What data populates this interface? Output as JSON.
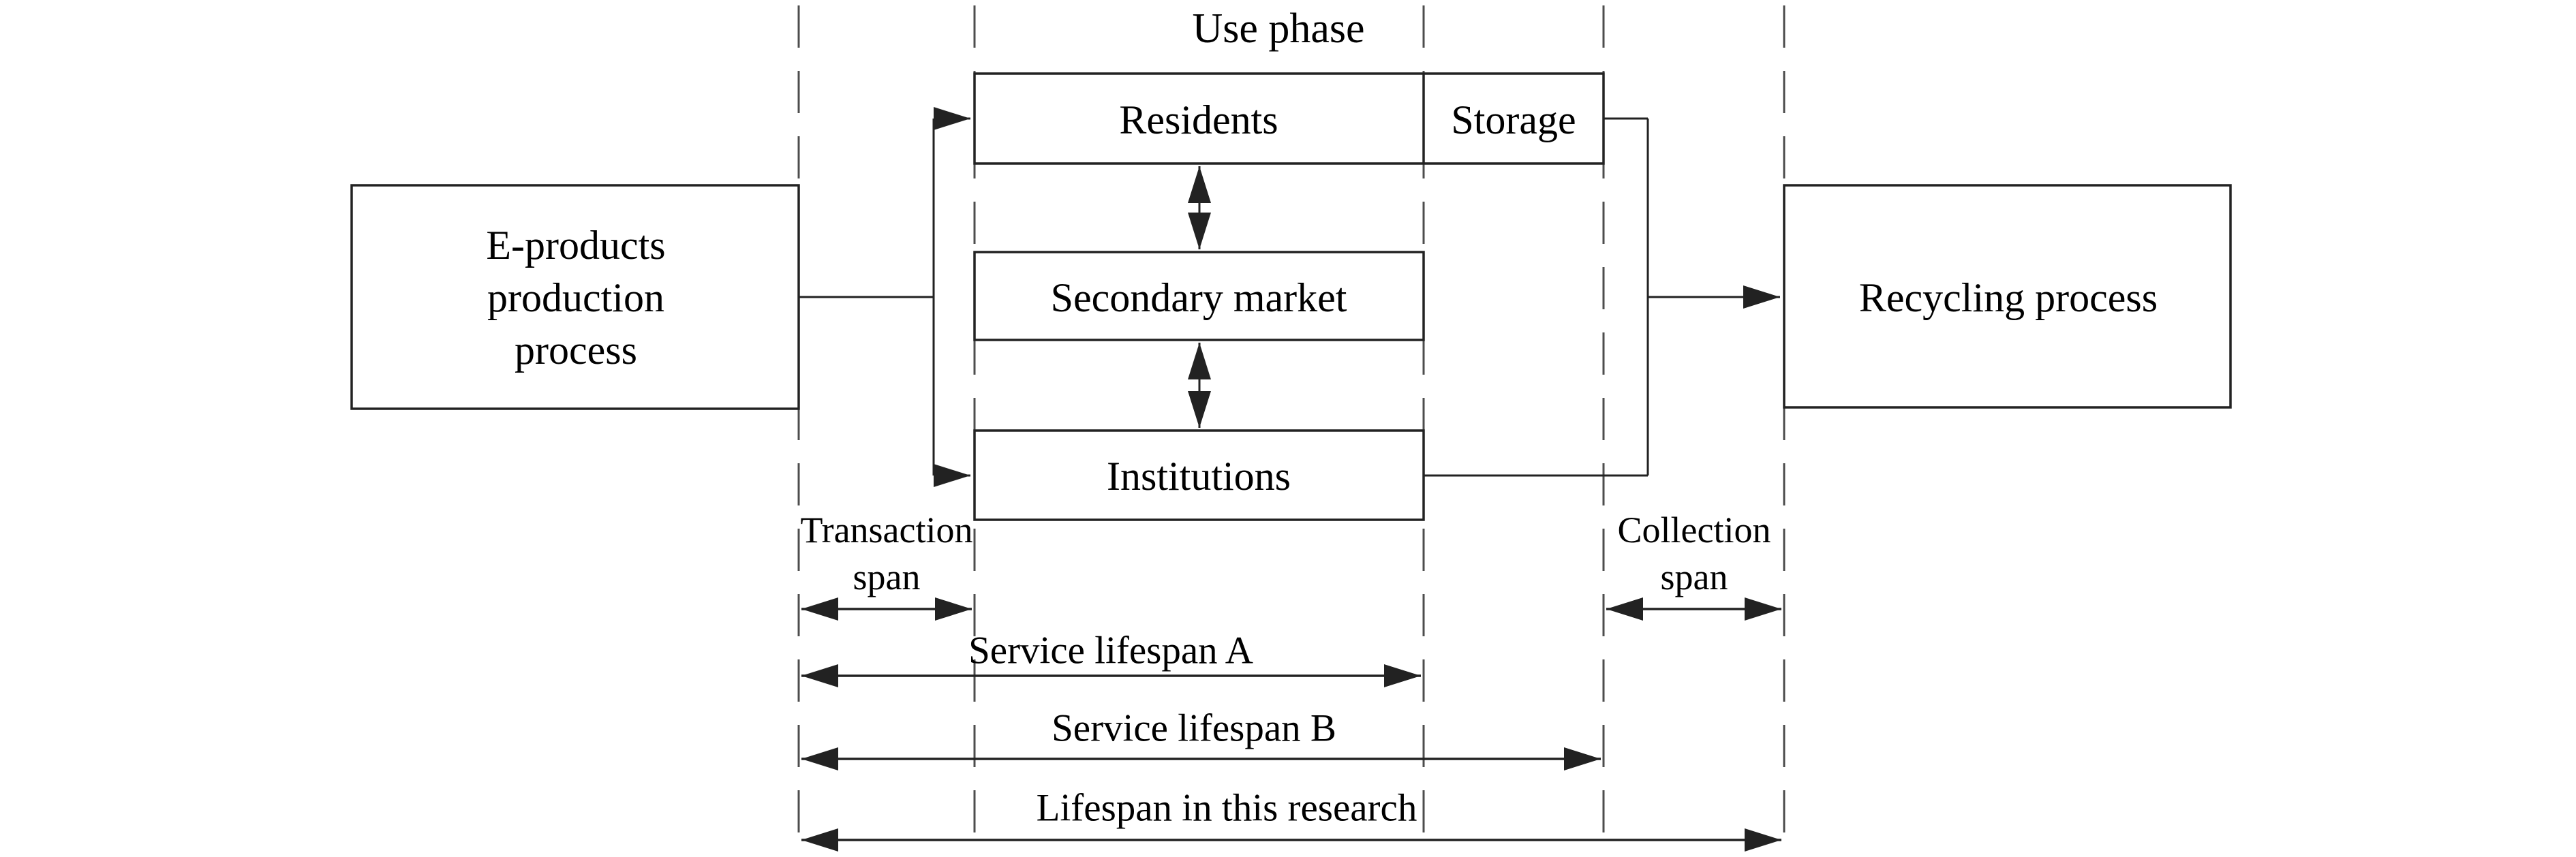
{
  "diagram": {
    "use_phase_label": "Use phase",
    "production_box": {
      "line1": "E-products",
      "line2": "production",
      "line3": "process"
    },
    "residents_label": "Residents",
    "storage_label": "Storage",
    "secondary_market_label": "Secondary market",
    "institutions_label": "Institutions",
    "recycling_label": "Recycling process",
    "transaction_span": {
      "line1": "Transaction",
      "line2": "span"
    },
    "collection_span": {
      "line1": "Collection",
      "line2": "span"
    },
    "service_lifespan_a": "Service lifespan A",
    "service_lifespan_b": "Service lifespan B",
    "lifespan_research": "Lifespan in this research",
    "colors": {
      "solid_line": "#222222",
      "dashed_line": "#4d4d4d",
      "text": "#000000",
      "background": "#ffffff"
    }
  }
}
